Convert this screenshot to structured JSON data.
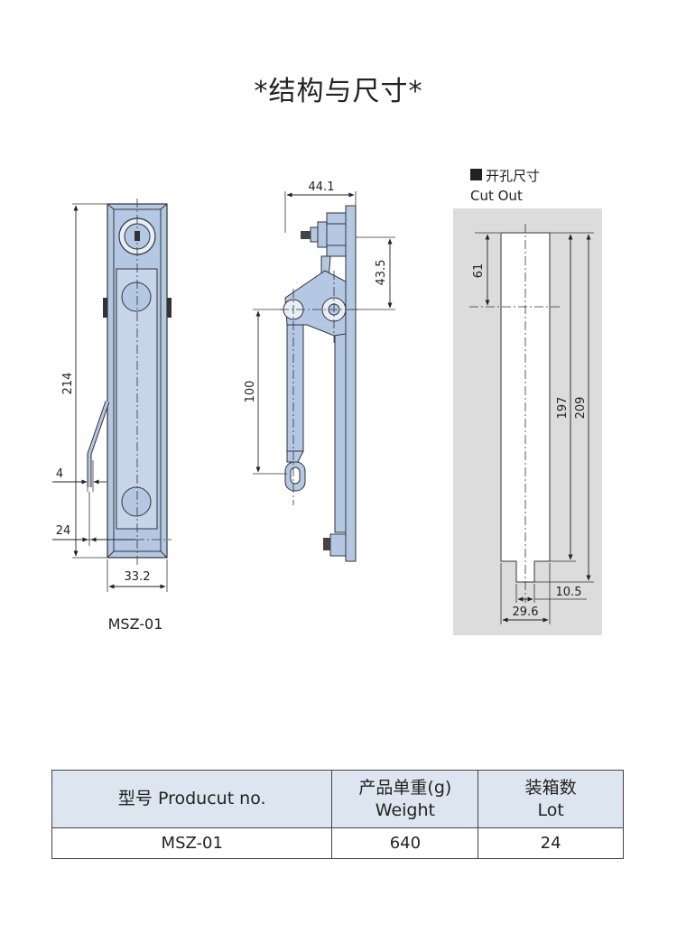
{
  "title": "*结构与尺寸*",
  "colors": {
    "steel_blue": "#b4c8e4",
    "cutout_bg": "#dcdcdc",
    "table_header_bg": "#dde6f0"
  },
  "views": {
    "front": {
      "model_label": "MSZ-01",
      "dim_height": "214",
      "dim_handle_offset": "4",
      "dim_handle_reach": "24",
      "dim_width": "33.2"
    },
    "side": {
      "dim_depth": "44.1",
      "dim_pivot": "43.5",
      "dim_arm": "100"
    },
    "cutout": {
      "heading_cn": "开孔尺寸",
      "heading_en": "Cut Out",
      "dim_top": "61",
      "dim_inner": "197",
      "dim_outer": "209",
      "dim_notch": "10.5",
      "dim_width": "29.6"
    }
  },
  "table": {
    "headers": [
      {
        "line1": "型号 Producut no.",
        "line2": ""
      },
      {
        "line1": "产品单重(g)",
        "line2": "Weight"
      },
      {
        "line1": "装箱数",
        "line2": "Lot"
      }
    ],
    "rows": [
      [
        "MSZ-01",
        "640",
        "24"
      ]
    ]
  }
}
